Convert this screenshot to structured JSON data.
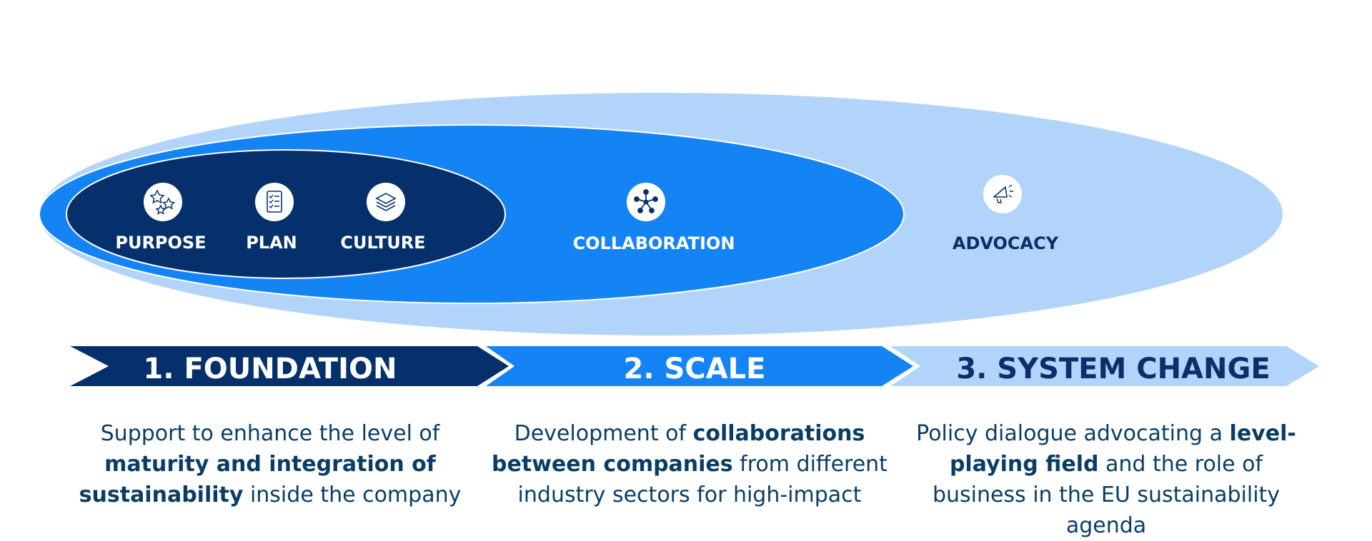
{
  "stages": [
    {
      "title": "1. FOUNDATION",
      "pillars": [
        "PURPOSE",
        "PLAN",
        "CULTURE"
      ],
      "description": {
        "part1": "Support to enhance the level of ",
        "bold1": "maturity and integration of sustainability",
        "part2": " inside the company"
      }
    },
    {
      "title": "2. SCALE",
      "pillars": [
        "COLLABORATION"
      ],
      "description": {
        "part1": "Development of ",
        "bold1": "collaborations between companies",
        "part2": " from different industry sectors for high-impact"
      }
    },
    {
      "title": "3. SYSTEM CHANGE",
      "pillars": [
        "ADVOCACY"
      ],
      "description": {
        "part1": "Policy dialogue advocating a ",
        "bold1": "level-playing field",
        "part2": " and the role of business in the EU sustainability agenda"
      }
    }
  ],
  "colors": {
    "dark_navy": "#06306b",
    "bright_blue": "#1484f5",
    "light_blue": "#b2d4fb",
    "text_dark": "#0a3d66"
  },
  "icons": [
    "stars-icon",
    "checklist-icon",
    "layers-icon",
    "network-icon",
    "megaphone-icon"
  ]
}
